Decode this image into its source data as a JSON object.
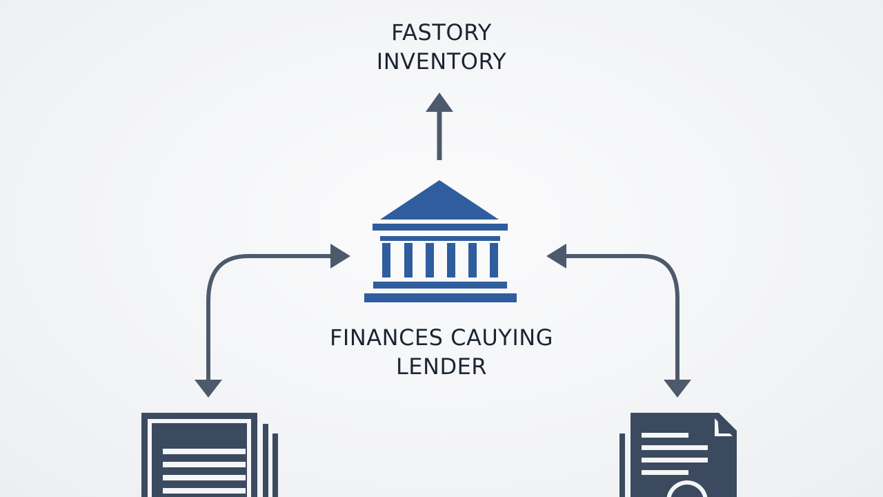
{
  "top_node": {
    "line1": "FASTORY",
    "line2": "INVENTORY"
  },
  "center_node": {
    "line1": "FINANCES CAUYING",
    "line2": "LENDER",
    "icon": "bank-building-icon"
  },
  "left_node": {
    "icon": "documents-stack-icon"
  },
  "right_node": {
    "icon": "document-search-icon"
  },
  "colors": {
    "accent": "#2f5d9e",
    "arrow": "#4d5a6c",
    "doc": "#3b4a5e",
    "text": "#1c2532",
    "background": "#f3f4f6"
  }
}
